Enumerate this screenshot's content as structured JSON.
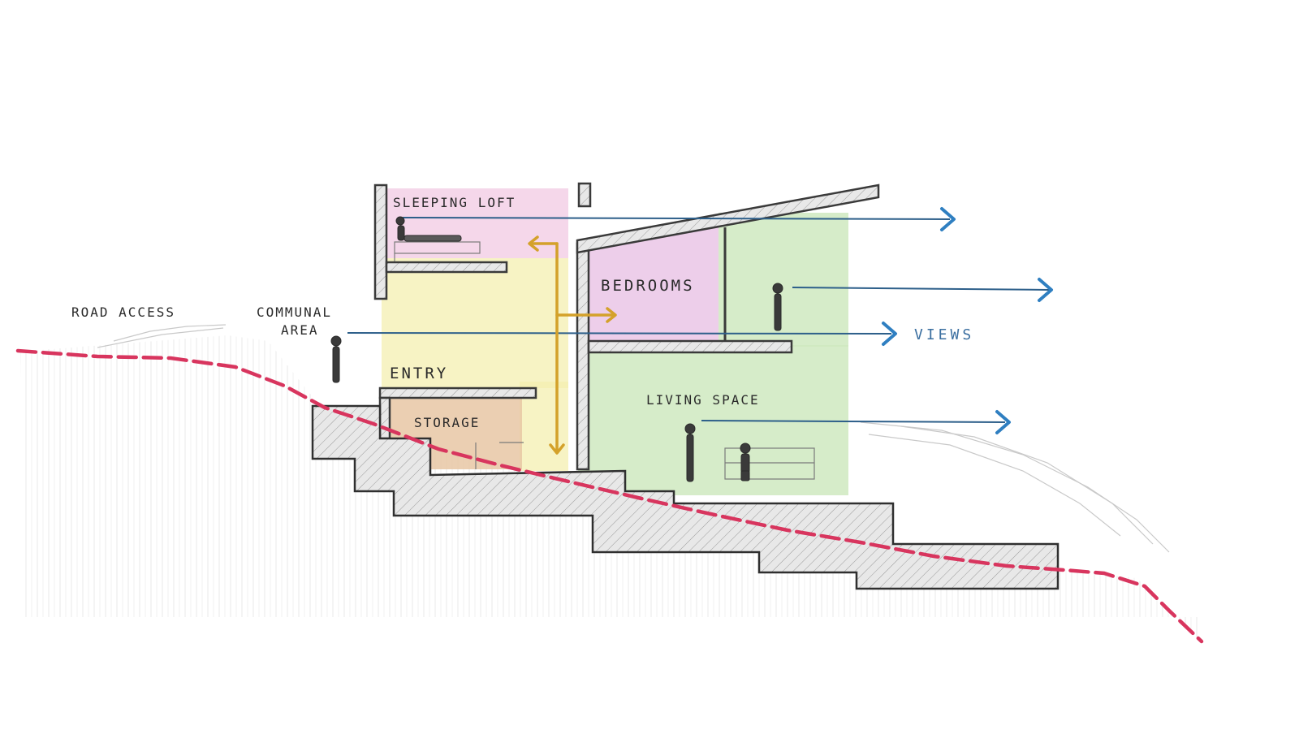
{
  "labels": {
    "sleeping_loft": "SLEEPING LOFT",
    "bedrooms": "BEDROOMS",
    "road_access": "ROAD ACCESS",
    "communal_area_line1": "COMMUNAL",
    "communal_area_line2": "AREA",
    "entry": "ENTRY",
    "storage": "STORAGE",
    "living_space": "LIVING SPACE",
    "views": "VIEWS"
  },
  "colors": {
    "sleeping_loft_zone": "#f1c9e3",
    "bedrooms_zone": "#eac6e6",
    "circulation_zone": "#f4efb0",
    "living_zone": "#cfe9bf",
    "storage_zone": "#e8c7a4",
    "circulation_arrow": "#d4a12a",
    "view_arrow": "#2f7fc1",
    "view_line": "#2d5f8a",
    "terrain_line": "#d8355e",
    "structure": "#4a4a4a",
    "hatch_fill": "#e6e6e6"
  }
}
